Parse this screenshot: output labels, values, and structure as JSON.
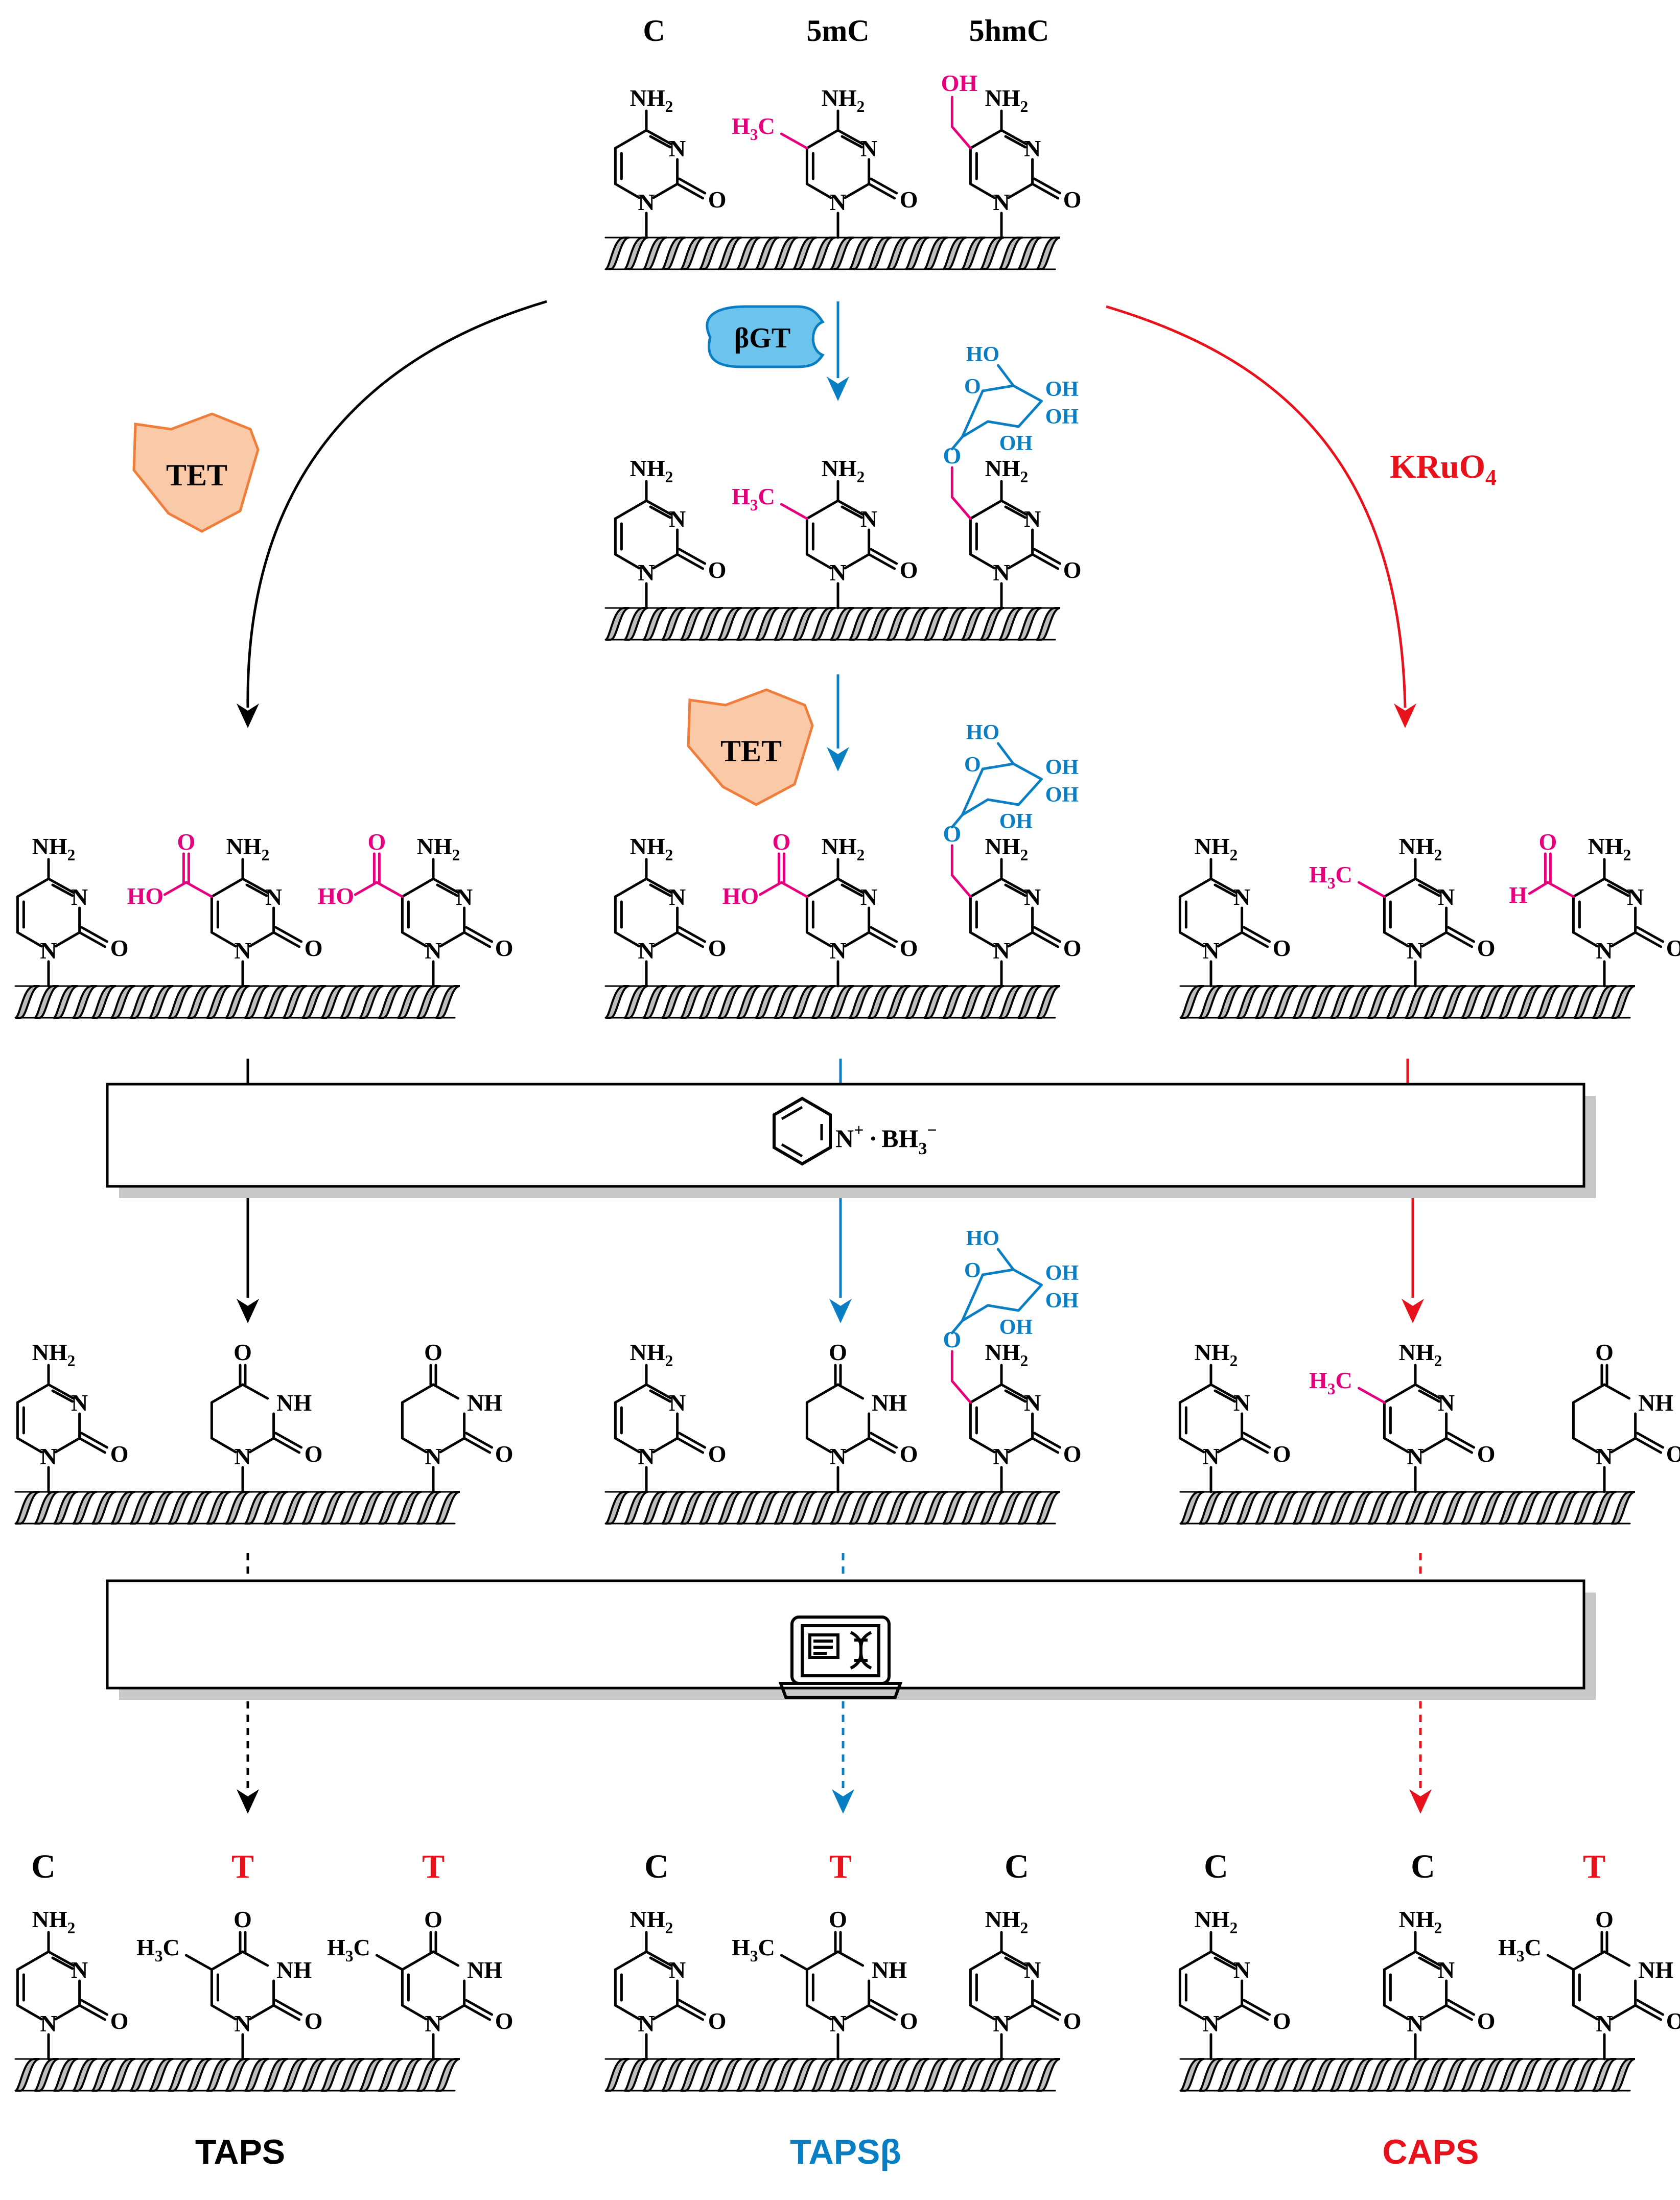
{
  "colors": {
    "black": "#000000",
    "magenta": "#e6007e",
    "blue": "#0a7ec2",
    "red": "#e8121c",
    "tet_fill": "#f9c9a8",
    "tet_stroke": "#ef7d3b",
    "bgt_fill": "#6cc3ec",
    "dna_fill": "#bdbdbd"
  },
  "top_labels": [
    "C",
    "5mC",
    "5hmC"
  ],
  "enzymes": {
    "tet_left": "TET",
    "tet_middle": "TET",
    "bgt": "βGT",
    "kruo4": "KRuO",
    "kruo4_sub": "4"
  },
  "reagent": {
    "n_plus": "N",
    "plus": "+",
    "dot": "·",
    "bh3": "BH",
    "bh3_sub": "3",
    "minus": "−"
  },
  "atoms": {
    "nh2": "NH",
    "nh2_sub": "2",
    "n": "N",
    "o": "O",
    "nh": "NH",
    "h3c": "H",
    "h3c_sub": "3",
    "h3c_c": "C",
    "oh": "OH",
    "ho": "HO",
    "h": "H"
  },
  "readouts": {
    "taps": [
      "C",
      "T",
      "T"
    ],
    "tapsb": [
      "C",
      "T",
      "C"
    ],
    "caps": [
      "C",
      "C",
      "T"
    ]
  },
  "method_names": {
    "taps": "TAPS",
    "tapsb": "TAPSβ",
    "caps": "CAPS"
  }
}
